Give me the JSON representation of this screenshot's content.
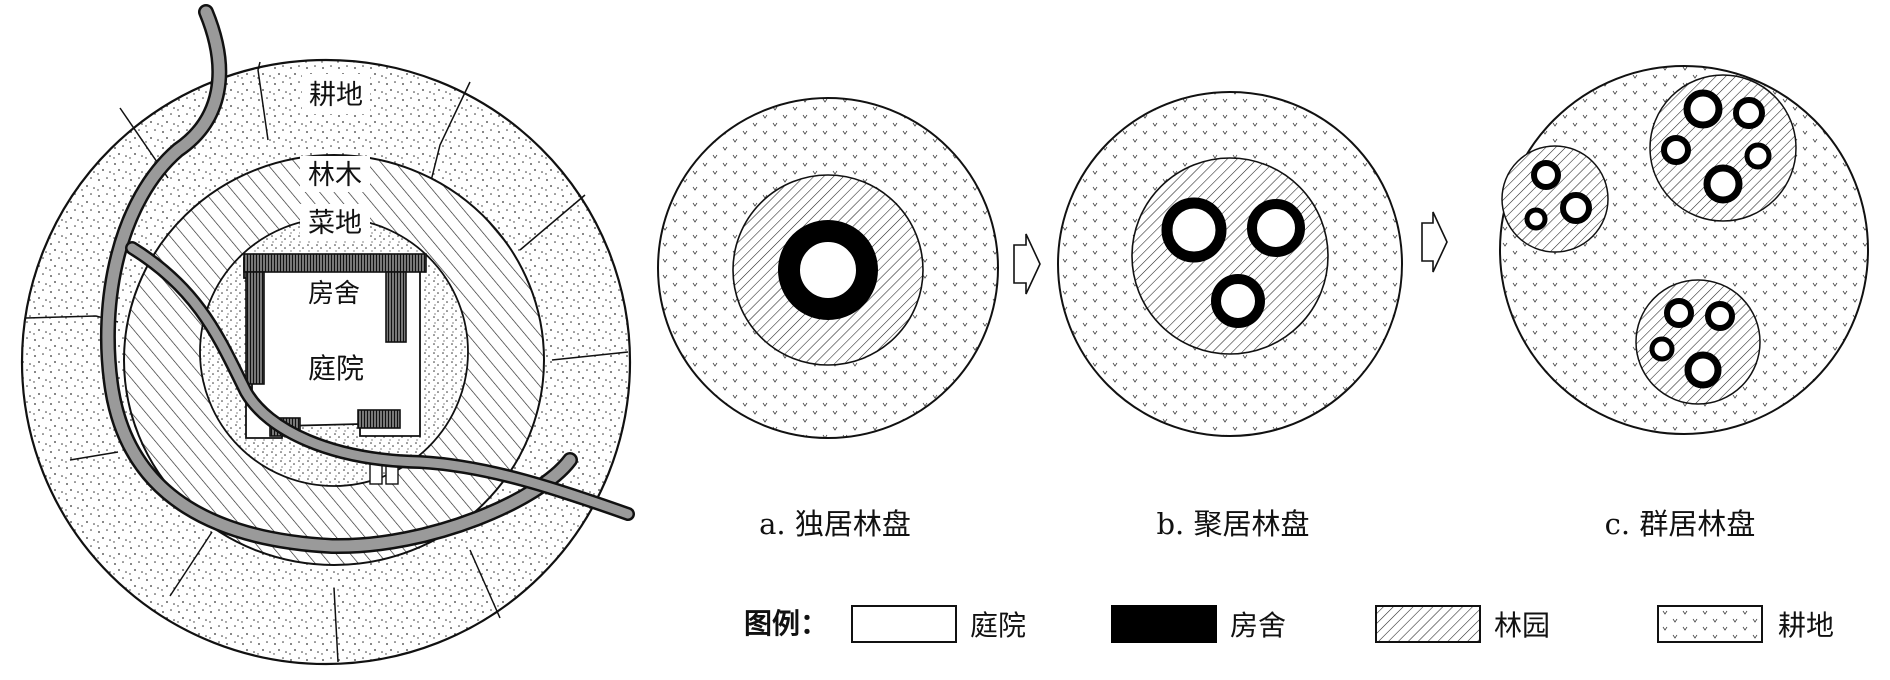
{
  "left_diagram": {
    "zone_labels": {
      "farmland": "耕地",
      "forest": "林木",
      "vegetable": "菜地",
      "house": "房舍",
      "courtyard": "庭院"
    }
  },
  "panels": [
    {
      "caption": "a. 独居林盘"
    },
    {
      "caption": "b. 聚居林盘"
    },
    {
      "caption": "c. 群居林盘"
    }
  ],
  "legend": {
    "title": "图例：",
    "items": [
      {
        "label": "庭院",
        "pattern": "courtyard-white"
      },
      {
        "label": "房舍",
        "pattern": "house-black"
      },
      {
        "label": "林园",
        "pattern": "forest-hatch"
      },
      {
        "label": "耕地",
        "pattern": "farmland-dots"
      }
    ]
  },
  "colors": {
    "line": "#111111",
    "road": "#9a9a9a",
    "background": "#ffffff"
  }
}
